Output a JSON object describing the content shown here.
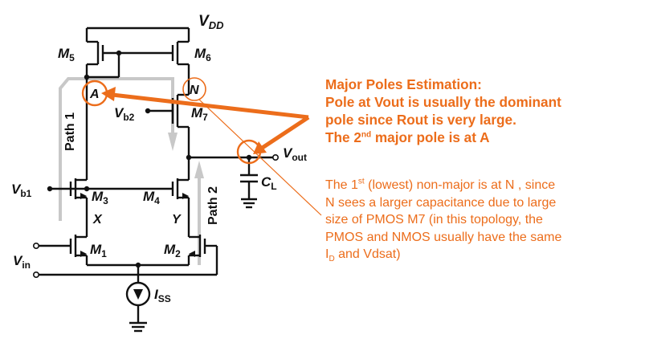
{
  "labels": {
    "vdd": "V",
    "vdd_sub": "DD",
    "m5": "M",
    "m5_sub": "5",
    "m6": "M",
    "m6_sub": "6",
    "m7": "M",
    "m7_sub": "7",
    "m3": "M",
    "m3_sub": "3",
    "m4": "M",
    "m4_sub": "4",
    "m1": "M",
    "m1_sub": "1",
    "m2": "M",
    "m2_sub": "2",
    "node_a": "A",
    "node_n": "N",
    "node_x": "X",
    "node_y": "Y",
    "vb2": "V",
    "vb2_sub": "b2",
    "vb1": "V",
    "vb1_sub": "b1",
    "vin": "V",
    "vin_sub": "in",
    "vout": "V",
    "vout_sub": "out",
    "cl": "C",
    "cl_sub": "L",
    "iss": "I",
    "iss_sub": "SS",
    "path1": "Path 1",
    "path2": "Path 2"
  },
  "annotation": {
    "heading_line1": "Major Poles Estimation:",
    "heading_line2": "Pole at Vout is usually the dominant",
    "heading_line3": "pole since Rout is very large.",
    "heading_line4_pre": "The 2",
    "heading_line4_sup": "nd",
    "heading_line4_post": " major pole is at A",
    "body_line1_pre": "The 1",
    "body_line1_sup": "st",
    "body_line1_post": " (lowest) non-major is at N , since",
    "body_line2": "N sees a larger capacitance due to large",
    "body_line3": "size of PMOS M7 (in this topology, the",
    "body_line4": "PMOS and NMOS usually have the same",
    "body_line5_pre": "I",
    "body_line5_sub": "D",
    "body_line5_post": " and Vdsat)"
  },
  "colors": {
    "accent": "#ec6d1b",
    "wire": "#111111",
    "signal_path": "#c8c8c8"
  }
}
